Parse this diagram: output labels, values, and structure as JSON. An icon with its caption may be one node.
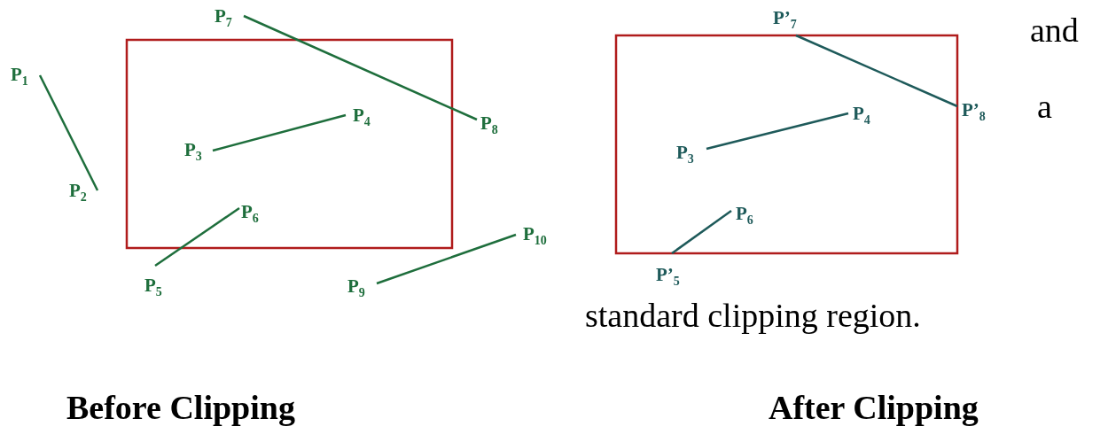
{
  "diagram": {
    "nodes": [
      {
        "text": [
          "P$_{1}$"
        ]
      },
      {
        "text": [
          "P$_{2}$"
        ]
      },
      {
        "text": [
          "P$_{3}$"
        ]
      },
      {
        "text": [
          "P$_{4}$"
        ]
      },
      {
        "text": [
          "P$_{5}$"
        ]
      },
      {
        "text": [
          "P$_{6}$"
        ]
      },
      {
        "text": [
          "P$_{7}$"
        ]
      },
      {
        "text": [
          "P$_{8}$"
        ]
      },
      {
        "text": [
          "P$_{9}$"
        ]
      },
      {
        "text": [
          "P$_{10}$"
        ]
      },
      {
        "text": [
          "P’$_{7}$"
        ]
      },
      {
        "text": [
          "P’$_{8}$"
        ]
      },
      {
        "text": [
          "P$_{3}$"
        ]
      },
      {
        "text": [
          "P$_{4}$"
        ]
      },
      {
        "text": [
          "P$_{6}$"
        ]
      },
      {
        "text": [
          "P’$_{5}$"
        ]
      }
    ],
    "edges": [
      {
        "from": 0,
        "to": 1,
        "arrow": "none"
      },
      {
        "from": 2,
        "to": 3,
        "arrow": "none"
      },
      {
        "from": 4,
        "to": 5,
        "arrow": "none"
      },
      {
        "from": 6,
        "to": 7,
        "arrow": "none"
      },
      {
        "from": 8,
        "to": 9,
        "arrow": "none"
      },
      {
        "from": 10,
        "to": 11,
        "arrow": "none"
      },
      {
        "from": 12,
        "to": 13,
        "arrow": "none"
      },
      {
        "from": 15,
        "to": 14,
        "arrow": "none"
      }
    ],
    "labels": [
      "and",
      "a",
      "standard clipping region.",
      "Before Clipping",
      "After Clipping"
    ]
  }
}
